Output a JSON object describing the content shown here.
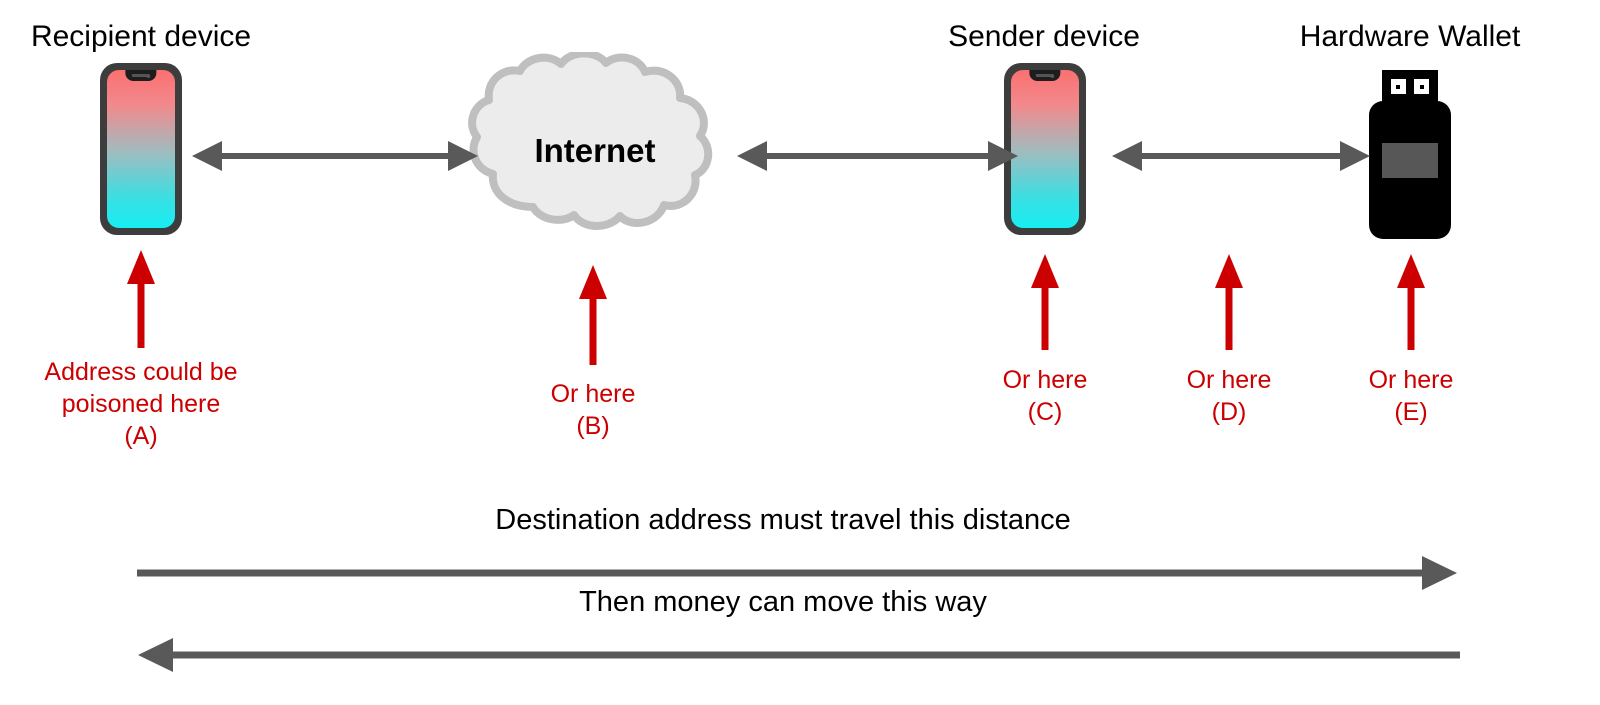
{
  "colors": {
    "background": "#ffffff",
    "arrow_gray": "#595959",
    "annotation_red": "#cc0000",
    "cloud_fill": "#ececec",
    "cloud_stroke": "#bfbfbf",
    "phone_frame": "#3d3d3d",
    "phone_screen_top": "#fb7070",
    "phone_screen_bottom": "#17eef2",
    "wallet_body": "#000000",
    "wallet_screen": "#575757",
    "text_black": "#000000"
  },
  "devices": [
    {
      "id": "recipient-device",
      "title": "Recipient device",
      "type": "phone"
    },
    {
      "id": "internet-cloud",
      "title": "Internet",
      "type": "cloud"
    },
    {
      "id": "sender-device",
      "title": "Sender device",
      "type": "phone"
    },
    {
      "id": "hardware-wallet",
      "title": "Hardware Wallet",
      "type": "usb-wallet"
    }
  ],
  "cloud": {
    "label": "Internet"
  },
  "annotations": [
    {
      "key": "A",
      "text": "Address could be\npoisoned here\n(A)",
      "target": "recipient-device"
    },
    {
      "key": "B",
      "text": "Or here\n(B)",
      "target": "internet-cloud"
    },
    {
      "key": "C",
      "text": "Or here\n(C)",
      "target": "sender-device"
    },
    {
      "key": "D",
      "text": "Or here\n(D)",
      "target": "sender-wallet-link"
    },
    {
      "key": "E",
      "text": "Or here\n(E)",
      "target": "hardware-wallet"
    }
  ],
  "links": [
    {
      "id": "link-recipient-internet",
      "direction": "both"
    },
    {
      "id": "link-internet-sender",
      "direction": "both"
    },
    {
      "id": "link-sender-wallet",
      "direction": "both"
    }
  ],
  "flows": [
    {
      "id": "address-travel-flow",
      "label": "Destination address must travel this distance",
      "direction": "right"
    },
    {
      "id": "money-move-flow",
      "label": "Then money can move this way",
      "direction": "left"
    }
  ]
}
